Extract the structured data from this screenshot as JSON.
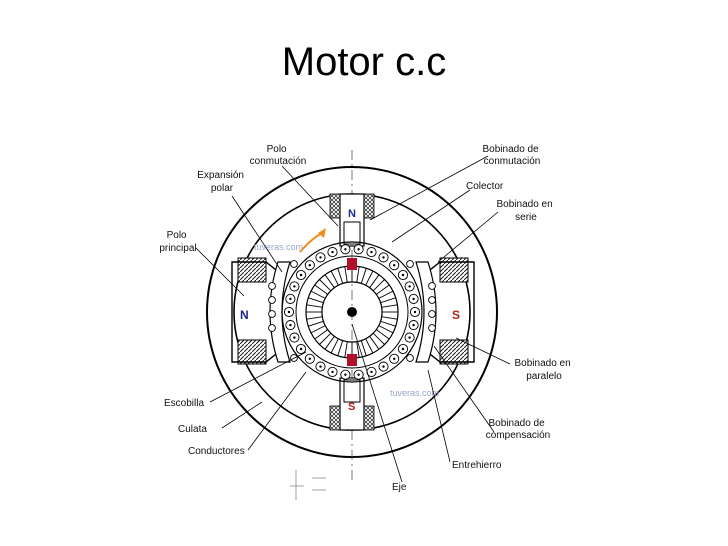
{
  "slide": {
    "title": "Motor c.c"
  },
  "poles": {
    "north": "N",
    "south": "S"
  },
  "watermark": "tuveras.com",
  "labels": {
    "polo_conmutacion": [
      "Polo",
      "conmutación"
    ],
    "expansion_polar": [
      "Expansión",
      "polar"
    ],
    "polo_principal": [
      "Polo",
      "principal"
    ],
    "escobilla": "Escobilla",
    "culata": "Culata",
    "conductores": "Conductores",
    "eje": "Eje",
    "entrehierro": "Entrehierro",
    "bobinado_compensacion": [
      "Bobinado de",
      "compensación"
    ],
    "bobinado_paralelo": [
      "Bobinado en",
      "paralelo"
    ],
    "bobinado_serie": [
      "Bobinado en",
      "serie"
    ],
    "colector": "Colector",
    "bobinado_conmutacion": [
      "Bobinado de",
      "conmutación"
    ]
  },
  "colors": {
    "brush": "#b0102a",
    "pole_label": "#1a2a8c",
    "pole_label_s": "#b02020",
    "arrow": "#f08c1a",
    "watermark": "#9aa6c9"
  }
}
